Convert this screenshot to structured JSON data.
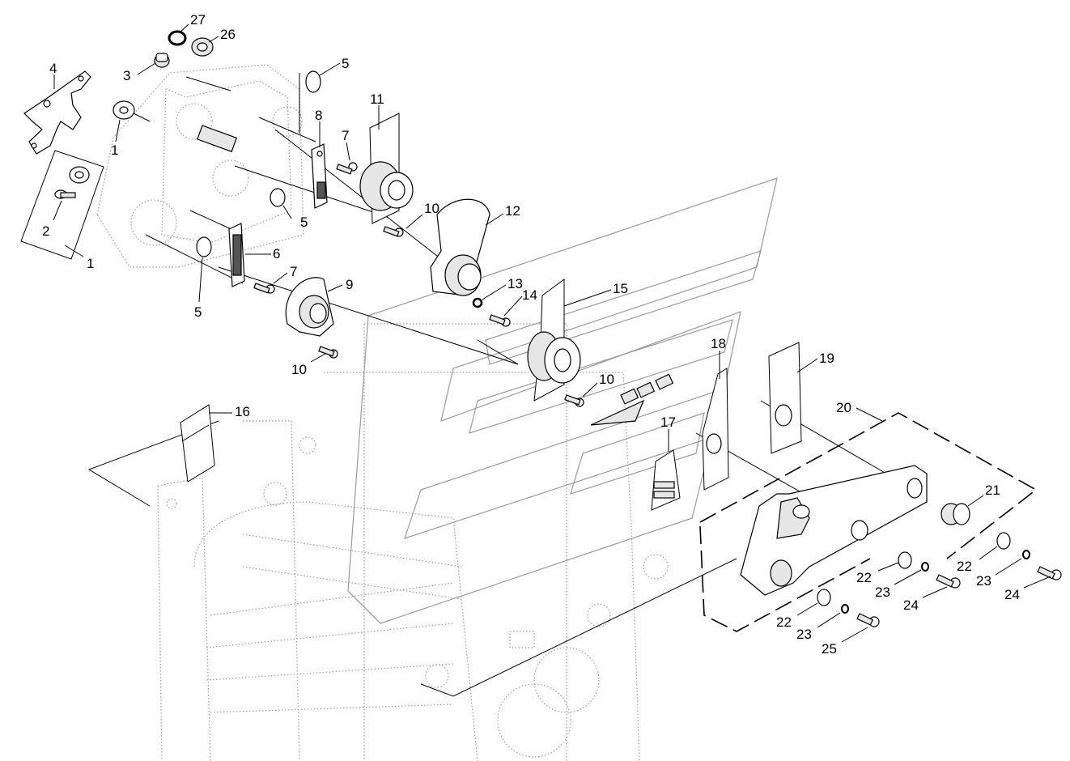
{
  "diagram": {
    "callouts": [
      {
        "id": "c27",
        "label": "27"
      },
      {
        "id": "c26",
        "label": "26"
      },
      {
        "id": "c4",
        "label": "4"
      },
      {
        "id": "c3",
        "label": "3"
      },
      {
        "id": "c5a",
        "label": "5"
      },
      {
        "id": "c11",
        "label": "11"
      },
      {
        "id": "c8",
        "label": "8"
      },
      {
        "id": "c7a",
        "label": "7"
      },
      {
        "id": "c1a",
        "label": "1"
      },
      {
        "id": "c10a",
        "label": "10"
      },
      {
        "id": "c12",
        "label": "12"
      },
      {
        "id": "c5b",
        "label": "5"
      },
      {
        "id": "c2",
        "label": "2"
      },
      {
        "id": "c1b",
        "label": "1"
      },
      {
        "id": "c6",
        "label": "6"
      },
      {
        "id": "c7b",
        "label": "7"
      },
      {
        "id": "c9",
        "label": "9"
      },
      {
        "id": "c13",
        "label": "13"
      },
      {
        "id": "c14",
        "label": "14"
      },
      {
        "id": "c15",
        "label": "15"
      },
      {
        "id": "c5c",
        "label": "5"
      },
      {
        "id": "c10b",
        "label": "10"
      },
      {
        "id": "c18",
        "label": "18"
      },
      {
        "id": "c19",
        "label": "19"
      },
      {
        "id": "c10c",
        "label": "10"
      },
      {
        "id": "c16",
        "label": "16"
      },
      {
        "id": "c20",
        "label": "20"
      },
      {
        "id": "c17",
        "label": "17"
      },
      {
        "id": "c21",
        "label": "21"
      },
      {
        "id": "c22a",
        "label": "22"
      },
      {
        "id": "c22b",
        "label": "22"
      },
      {
        "id": "c23a",
        "label": "23"
      },
      {
        "id": "c23b",
        "label": "23"
      },
      {
        "id": "c24a",
        "label": "24"
      },
      {
        "id": "c24b",
        "label": "24"
      },
      {
        "id": "c22c",
        "label": "22"
      },
      {
        "id": "c23c",
        "label": "23"
      },
      {
        "id": "c25",
        "label": "25"
      }
    ]
  }
}
